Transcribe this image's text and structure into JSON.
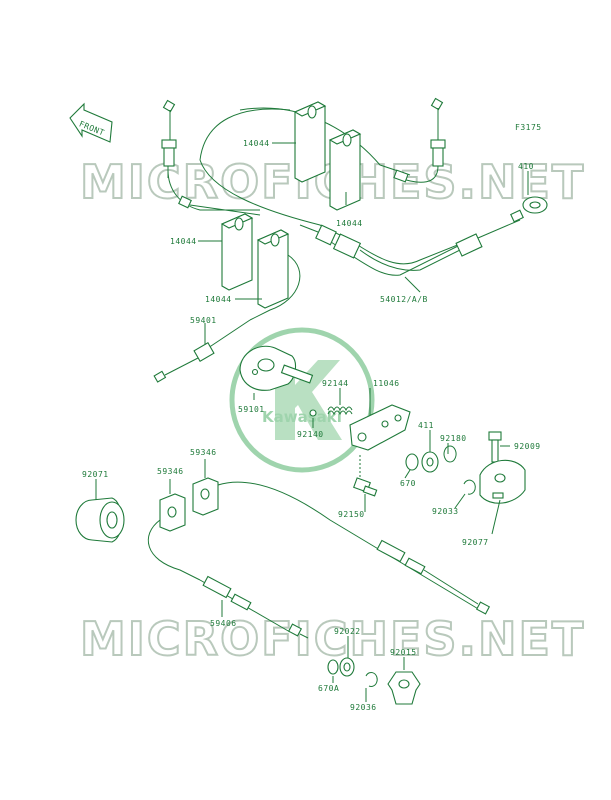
{
  "diagram_code": "F3175",
  "front_label": "FRONT",
  "watermark_text": "MICROFICHES.NET",
  "logo_text": "Kawasaki",
  "colors": {
    "line": "#1f7a3a",
    "watermark": "#b9c9bc",
    "logo": "#9fd4ad"
  },
  "part_labels": {
    "p14044_a": "14044",
    "p14044_b": "14044",
    "p14044_c": "14044",
    "p14044_d": "14044",
    "p410": "410",
    "p54012": "54012/A/B",
    "p59401": "59401",
    "p92144": "92144",
    "p11046": "11046",
    "p59101": "59101",
    "p92140": "92140",
    "p411": "411",
    "p92180": "92180",
    "p92009": "92009",
    "p670": "670",
    "p92071": "92071",
    "p59346_a": "59346",
    "p59346_b": "59346",
    "p92033": "92033",
    "p92150": "92150",
    "p92077": "92077",
    "p59406": "59406",
    "p92022": "92022",
    "p92015": "92015",
    "p670A": "670A",
    "p92036": "92036"
  }
}
